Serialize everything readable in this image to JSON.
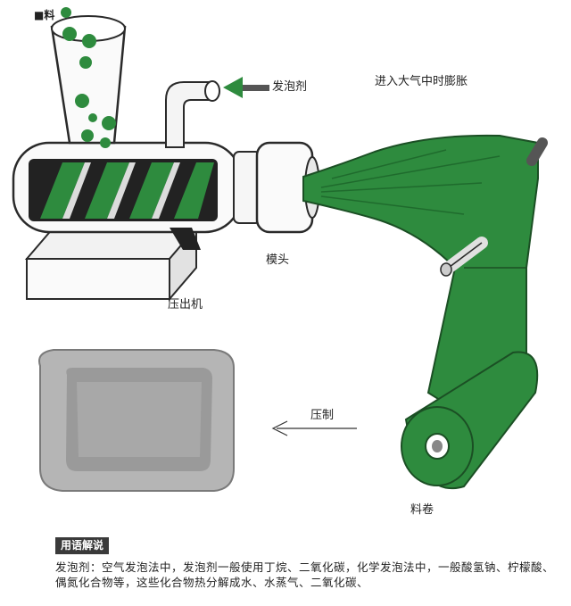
{
  "labels": {
    "top_mark": "■料",
    "foaming_agent": "发泡剂",
    "air_expand": "进入大气中时膨胀",
    "die_head": "模头",
    "extruder": "压出机",
    "press": "压制",
    "material_roll": "料卷"
  },
  "caption": {
    "title": "用语解说",
    "text": "发泡剂：空气发泡法中，发泡剂一般使用丁烷、二氧化碳，化学发泡法中，一般酸氢钠、柠檬酸、偶氮化合物等，这些化合物热分解成水、水蒸气、二氧化碳、"
  },
  "colors": {
    "green": "#2e8b3e",
    "dark_green": "#1f6b2d",
    "outline": "#2a2a2a",
    "tray": "#b5b5b5"
  }
}
